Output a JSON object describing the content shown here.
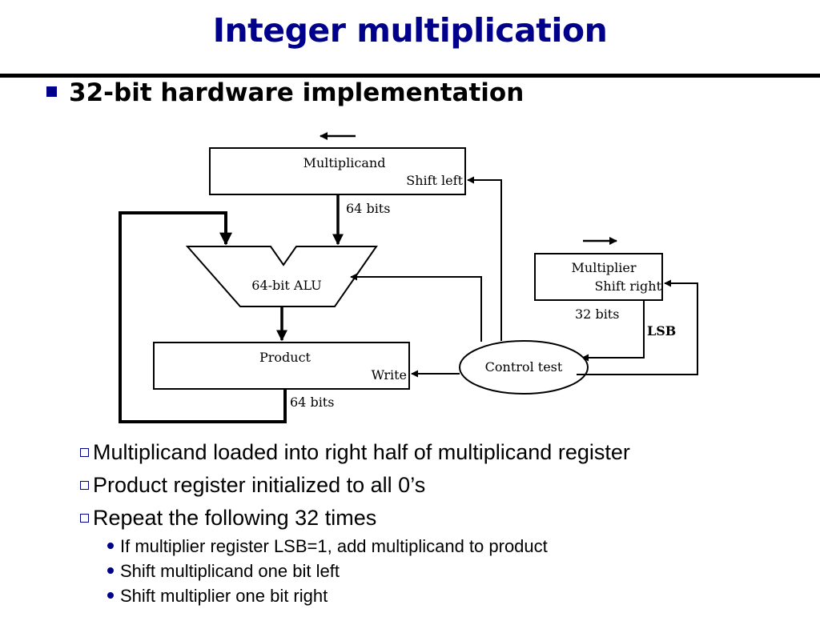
{
  "slide": {
    "title": "Integer multiplication",
    "heading": "32-bit hardware implementation"
  },
  "diagram": {
    "multiplicand_label": "Multiplicand",
    "multiplicand_action": "Shift left",
    "multiplicand_width": "64 bits",
    "alu_label": "64-bit ALU",
    "product_label": "Product",
    "product_action": "Write",
    "product_width": "64 bits",
    "multiplier_label": "Multiplier",
    "multiplier_action": "Shift right",
    "multiplier_width": "32 bits",
    "lsb_label": "LSB",
    "control_label": "Control test"
  },
  "bullets": [
    {
      "text": "Multiplicand loaded into right half of multiplicand register"
    },
    {
      "text": "Product register initialized to all 0’s"
    },
    {
      "text": "Repeat the following 32 times",
      "sub": [
        "If multiplier register LSB=1, add multiplicand to product",
        "Shift multiplicand one bit left",
        "Shift multiplier one bit right"
      ]
    }
  ],
  "colors": {
    "title": "#00008b",
    "bullet_marker": "#00008b",
    "text": "#000000"
  },
  "icons": {
    "level1": "filled-square-bullet-icon",
    "level2": "hollow-square-bullet-icon",
    "level3": "round-dot-bullet-icon"
  }
}
